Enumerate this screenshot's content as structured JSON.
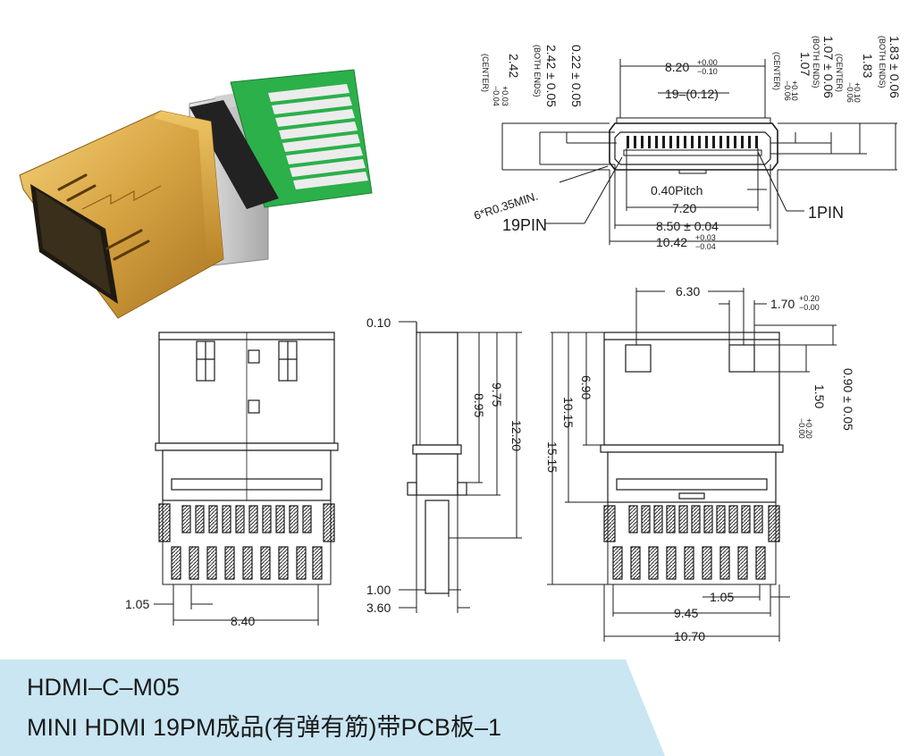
{
  "caption": {
    "model": "HDMI–C–M05",
    "description": "MINI HDMI 19PM成品(有弹有筋)带PCB板–1"
  },
  "colors": {
    "band": "#c9e6f2",
    "gold": "#d9a645",
    "pcb": "#2bb04a",
    "ink": "#1a1a1a"
  },
  "front_view": {
    "w_top": "8.20",
    "w_top_tol_up": "+0.00",
    "w_top_tol_dn": "−0.10",
    "pins_pitch": "19–(0.12)",
    "h1": "0.22 ± 0.05",
    "h2": "2.42 ± 0.05",
    "h2_note": "(BOTH ENDS)",
    "h3": "2.42",
    "h3_tol_up": "+0.03",
    "h3_tol_dn": "−0.04",
    "h3_note": "(CENTER)",
    "r1": "1.07 ± 0.06",
    "r1_note": "(BOTH ENDS)",
    "r2": "1.07",
    "r2_tol_up": "+0.10",
    "r2_tol_dn": "−0.06",
    "r2_note": "(CENTER)",
    "r3": "1.83 ± 0.06",
    "r3_note": "(BOTH ENDS)",
    "r4": "1.83",
    "r4_tol_up": "+0.10",
    "r4_tol_dn": "−0.06",
    "r4_note": "(CENTER)",
    "radius": "6*R0.35MIN.",
    "pitch": "0.40Pitch",
    "w720": "7.20",
    "w850": "8.50 ± 0.04",
    "w1042": "10.42",
    "w1042_tol_up": "+0.03",
    "w1042_tol_dn": "−0.04",
    "pin19": "19PIN",
    "pin1": "1PIN"
  },
  "top_view": {
    "w105": "1.05",
    "w840": "8.40"
  },
  "side_view": {
    "t010": "0.10",
    "h895": "8.95",
    "h975": "9.75",
    "h1220": "12.20",
    "t100": "1.00",
    "t360": "3.60"
  },
  "rear_view": {
    "w630": "6.30",
    "w170": "1.70",
    "w170_tol_up": "+0.20",
    "w170_tol_dn": "−0.00",
    "h690": "6.90",
    "h1015": "10.15",
    "h1515": "15.15",
    "v090": "0.90 ± 0.05",
    "v150": "1.50",
    "v150_tol_up": "+0.20",
    "v150_tol_dn": "−0.00",
    "w105": "1.05",
    "w945": "9.45",
    "w1070": "10.70"
  }
}
